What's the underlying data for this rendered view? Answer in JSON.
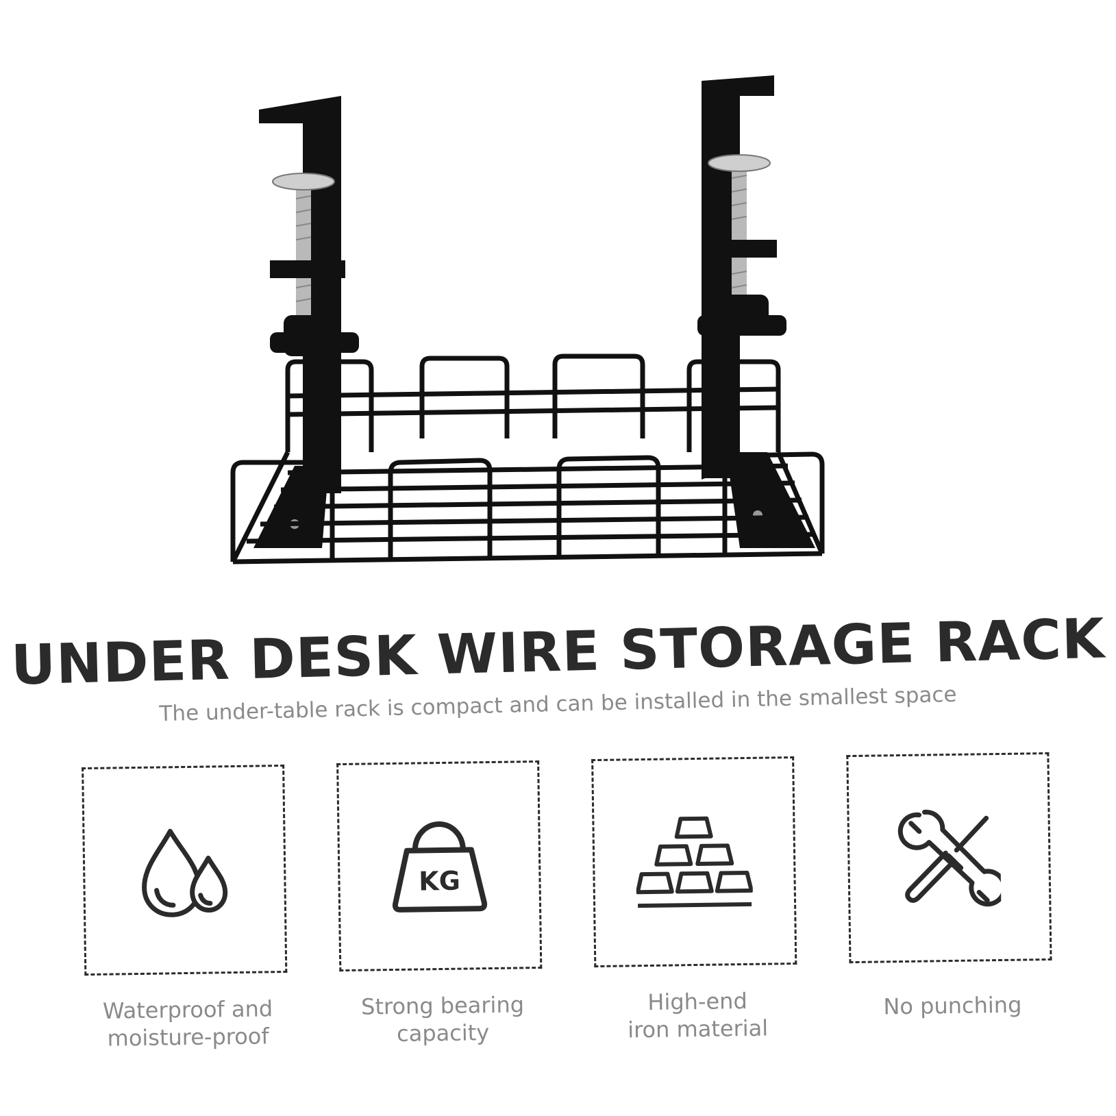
{
  "title": "UNDER DESK WIRE STORAGE RACK",
  "subtitle": "The under-table rack is compact and can be installed in the smallest space",
  "features": [
    {
      "icon": "water-drops-icon",
      "line1": "Waterproof and",
      "line2": "moisture-proof"
    },
    {
      "icon": "kg-weight-icon",
      "icon_text": "KG",
      "line1": "Strong bearing",
      "line2": "capacity"
    },
    {
      "icon": "iron-ingots-icon",
      "line1": "High-end",
      "line2": "iron material"
    },
    {
      "icon": "wrench-screwdriver-icon",
      "line1": "No punching",
      "line2": ""
    }
  ],
  "colors": {
    "heading": "#2b2b2b",
    "caption": "#8a8a8a",
    "rack": "#111111",
    "steel": "#b9b9b9"
  }
}
